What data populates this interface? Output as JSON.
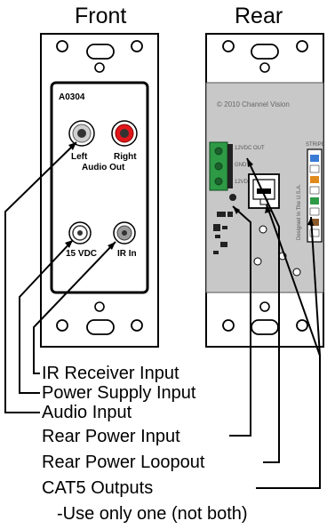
{
  "headings": {
    "front": "Front",
    "rear": "Rear"
  },
  "front_plate": {
    "model": "A0304",
    "left_jack": "Left",
    "right_jack": "Right",
    "audio_out": "Audio Out",
    "dc_jack": "15 VDC",
    "ir_jack": "IR In"
  },
  "rear_plate": {
    "copyright": "© 2010 Channel Vision",
    "made_in": "Designed In The U.S.A.",
    "terminal_label_top": "12VDC OUT",
    "terminal_label_mid": "GND",
    "terminal_label_bot": "12VDC",
    "stripe_label": "STRIPE"
  },
  "callouts": [
    "IR Receiver Input",
    "Power Supply Input",
    "Audio Input",
    "Rear Power Input",
    "Rear Power Loopout",
    "CAT5 Outputs",
    "-Use only one (not both)"
  ],
  "colors": {
    "right_jack": "#e0161b",
    "left_jack": "#cfcfcf",
    "terminal_block": "#2e9a45",
    "rear_panel": "#c8c8c8"
  }
}
